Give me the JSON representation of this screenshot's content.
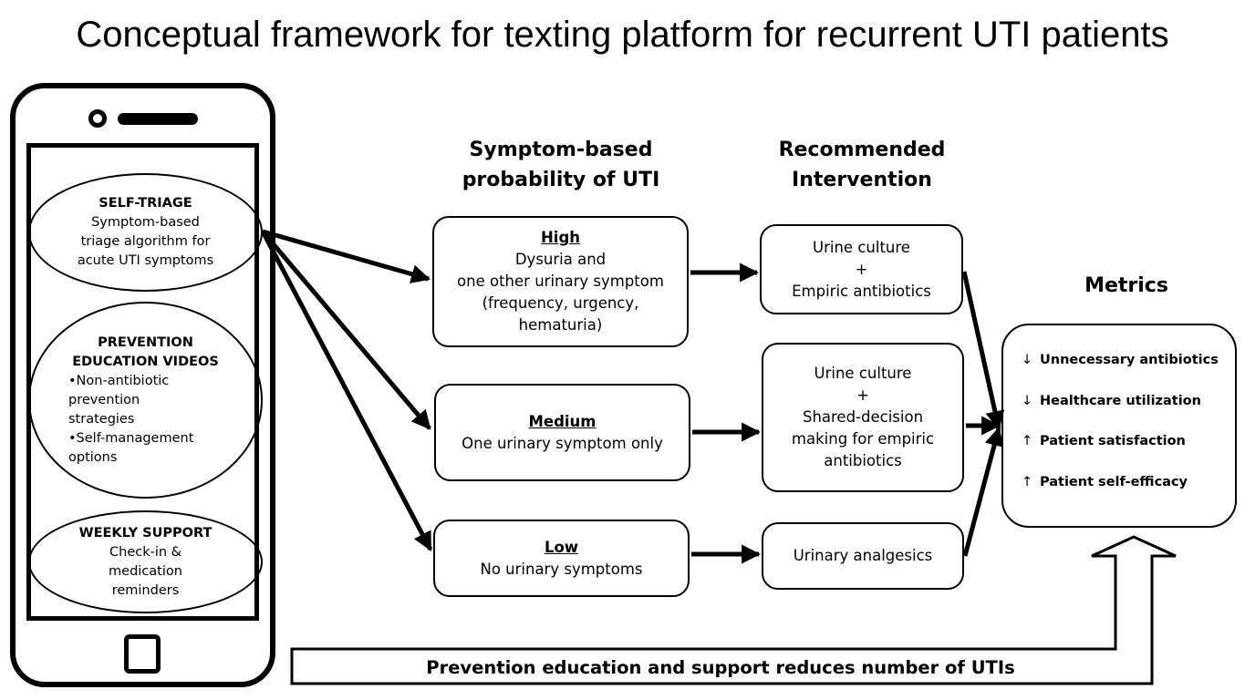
{
  "title": "Conceptual framework for texting platform for recurrent UTI patients",
  "phone": {
    "self_triage": {
      "heading": "SELF-TRIAGE",
      "lines": [
        "Symptom-based",
        "triage algorithm for",
        "acute UTI symptoms"
      ]
    },
    "prevention": {
      "heading_lines": [
        "PREVENTION",
        "EDUCATION VIDEOS"
      ],
      "lines": [
        "•Non-antibiotic",
        "prevention",
        "strategies",
        "•Self-management",
        "options"
      ]
    },
    "weekly": {
      "heading": "WEEKLY SUPPORT",
      "lines": [
        "Check-in &",
        "medication",
        "reminders"
      ]
    }
  },
  "columns": {
    "probability_header": [
      "Symptom-based",
      "probability of UTI"
    ],
    "intervention_header": [
      "Recommended",
      "Intervention"
    ],
    "metrics_header": "Metrics"
  },
  "levels": {
    "high": {
      "name": "High",
      "lines": [
        "Dysuria and",
        "one other urinary symptom",
        "(frequency, urgency,",
        "hematuria)"
      ]
    },
    "medium": {
      "name": "Medium",
      "lines": [
        "One urinary symptom only"
      ]
    },
    "low": {
      "name": "Low",
      "lines": [
        "No urinary symptoms"
      ]
    }
  },
  "interventions": {
    "high": [
      "Urine culture",
      "+",
      "Empiric antibiotics"
    ],
    "medium": [
      "Urine culture",
      "+",
      "Shared-decision",
      "making for empiric",
      "antibiotics"
    ],
    "low": [
      "Urinary analgesics"
    ]
  },
  "metrics": [
    {
      "arrow": "↓",
      "label": "Unnecessary antibiotics"
    },
    {
      "arrow": "↓",
      "label": "Healthcare utilization"
    },
    {
      "arrow": "↑",
      "label": "Patient satisfaction"
    },
    {
      "arrow": "↑",
      "label": "Patient self-efficacy"
    }
  ],
  "feedback_label": "Prevention education and support reduces number of UTIs"
}
